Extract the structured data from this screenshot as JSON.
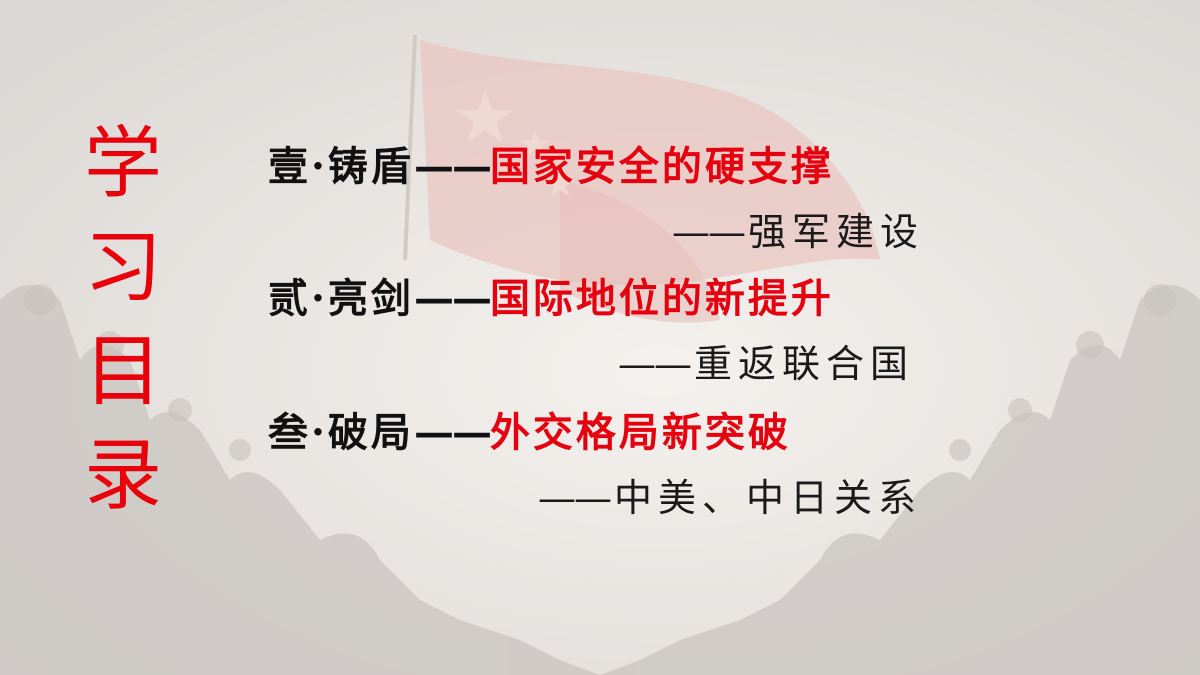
{
  "side_title": [
    "学",
    "习",
    "目",
    "录"
  ],
  "items": [
    {
      "lead": "壹·铸盾",
      "dash": "——",
      "highlight": "国家安全的硬支撑",
      "sub_dash": "——",
      "sub": "强军建设"
    },
    {
      "lead": "贰·亮剑",
      "dash": "——",
      "highlight": "国际地位的新提升",
      "sub_dash": "——",
      "sub": "重返联合国"
    },
    {
      "lead": "叁·破局",
      "dash": "——",
      "highlight": "外交格局新突破",
      "sub_dash": "——",
      "sub": "中美、中日关系"
    }
  ],
  "colors": {
    "accent": "#e50010",
    "text": "#111111",
    "background": "#ebe9e7"
  },
  "background_image": "faded-flag-and-soldiers-silhouette"
}
